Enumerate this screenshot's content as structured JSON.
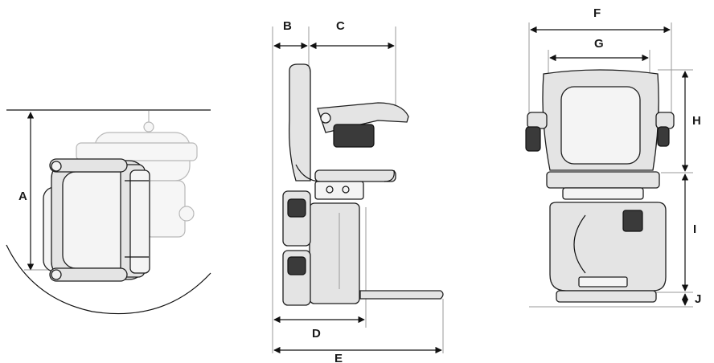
{
  "dimension_labels": {
    "A": "A",
    "B": "B",
    "C": "C",
    "D": "D",
    "E": "E",
    "F": "F",
    "G": "G",
    "H": "H",
    "I": "I",
    "J": "J"
  },
  "colors": {
    "line": "#111111",
    "body_fill": "#e4e4e4",
    "dark_fill": "#3a3a3a",
    "ghost_line": "#b8b8b8"
  }
}
